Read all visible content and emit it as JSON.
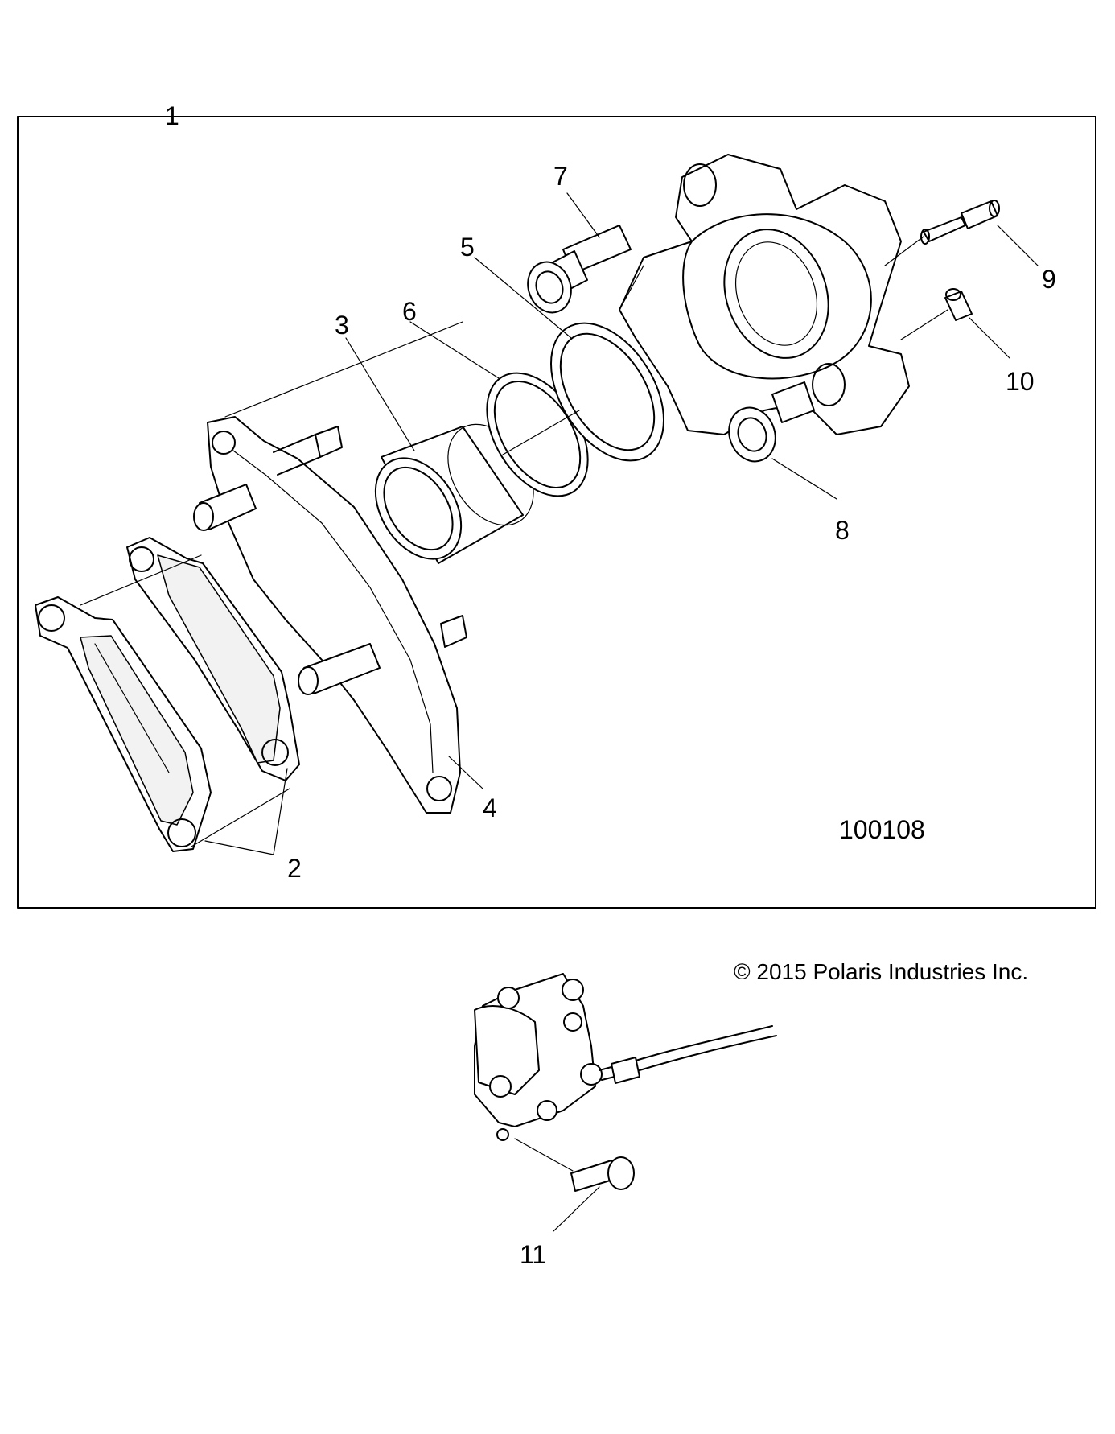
{
  "callouts": [
    {
      "id": "1",
      "text": "1"
    },
    {
      "id": "2",
      "text": "2"
    },
    {
      "id": "3",
      "text": "3"
    },
    {
      "id": "4",
      "text": "4"
    },
    {
      "id": "5",
      "text": "5"
    },
    {
      "id": "6",
      "text": "6"
    },
    {
      "id": "7",
      "text": "7"
    },
    {
      "id": "8",
      "text": "8"
    },
    {
      "id": "9",
      "text": "9"
    },
    {
      "id": "10",
      "text": "10"
    },
    {
      "id": "11",
      "text": "11"
    }
  ],
  "figure_number": "100108",
  "copyright": "© 2015 Polaris Industries Inc."
}
